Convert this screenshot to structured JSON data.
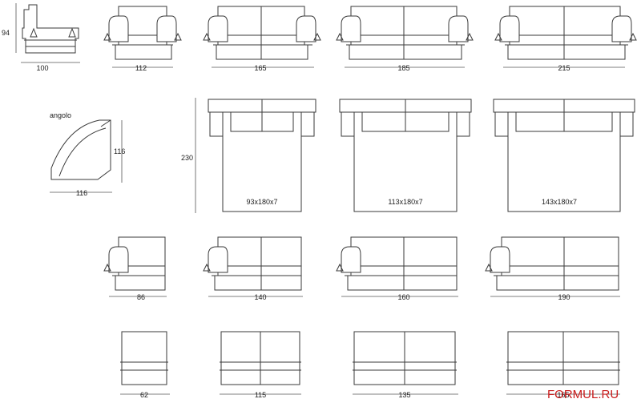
{
  "dimensions": {
    "row1_height": "94",
    "row1": [
      "100",
      "112",
      "165",
      "185",
      "215"
    ],
    "corner_label": "angolo",
    "corner_depth": "116",
    "corner_width": "116",
    "bed_depth": "230",
    "mattresses": [
      "93x180x7",
      "113x180x7",
      "143x180x7"
    ],
    "row3": [
      "86",
      "140",
      "160",
      "190"
    ],
    "row4": [
      "62",
      "115",
      "135",
      "165"
    ]
  },
  "watermark": "FORMUL.RU",
  "colors": {
    "line": "#3a3a3a",
    "watermark": "#c91a1a"
  }
}
